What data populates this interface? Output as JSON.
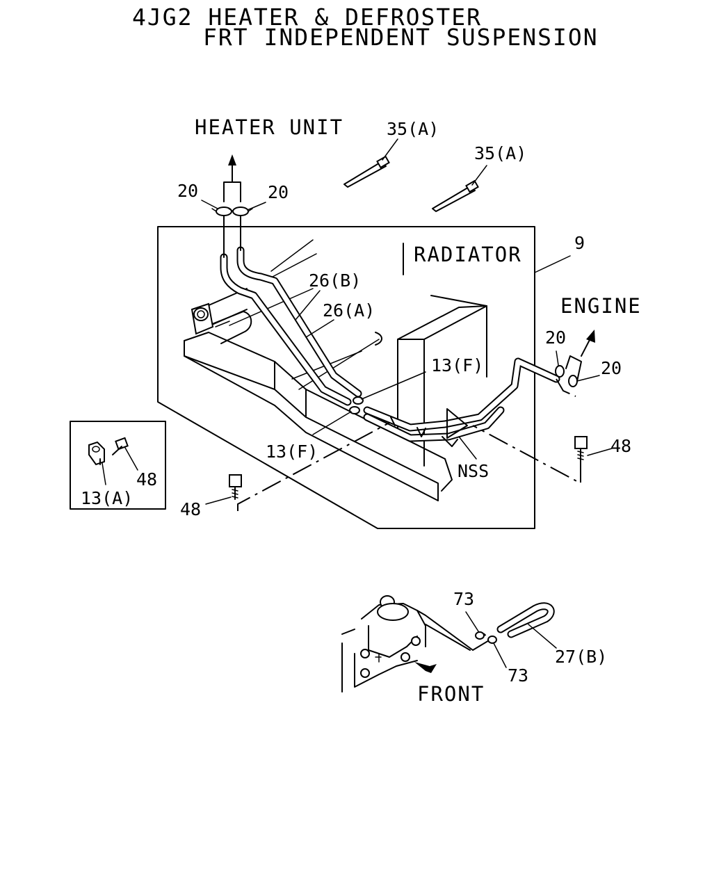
{
  "title": {
    "line1": "4JG2 HEATER & DEFROSTER",
    "line2": "FRT INDEPENDENT SUSPENSION"
  },
  "labels": {
    "heater_unit": "HEATER UNIT",
    "radiator": "RADIATOR",
    "engine": "ENGINE",
    "front": "FRONT",
    "nss": "NSS"
  },
  "part_callouts": {
    "p35a_1": "35(A)",
    "p35a_2": "35(A)",
    "p20_1": "20",
    "p20_2": "20",
    "p20_3": "20",
    "p20_4": "20",
    "p9": "9",
    "p26b": "26(B)",
    "p26a": "26(A)",
    "p13f_1": "13(F)",
    "p13f_2": "13(F)",
    "p48_1": "48",
    "p48_2": "48",
    "p48_3": "48",
    "p13a": "13(A)",
    "p73_1": "73",
    "p73_2": "73",
    "p27b": "27(B)"
  }
}
